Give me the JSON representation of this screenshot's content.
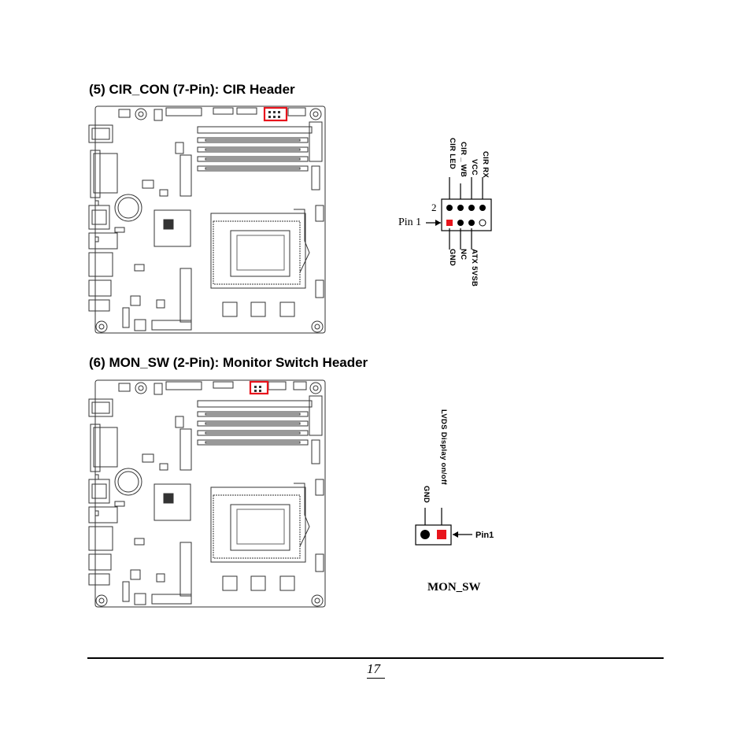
{
  "sections": [
    {
      "heading": "(5) CIR_CON (7-Pin): CIR Header",
      "pin_labels_top": [
        "CIR LED",
        "CIR _ WB",
        "VCC",
        "CIR RX"
      ],
      "pin_labels_bottom": [
        "GND",
        "NC",
        "ATX 5VSB"
      ],
      "row_label": "2",
      "pin1_label": "Pin 1"
    },
    {
      "heading": "(6)  MON_SW (2-Pin): Monitor Switch Header",
      "pin_labels": [
        "GND",
        "LVDS Display on/off"
      ],
      "pin1_label": "Pin1",
      "caption": "MON_SW"
    }
  ],
  "colors": {
    "highlight": "#e8141c",
    "ink": "#000000",
    "board_line": "#333333"
  },
  "footer": {
    "page_number": "17"
  }
}
